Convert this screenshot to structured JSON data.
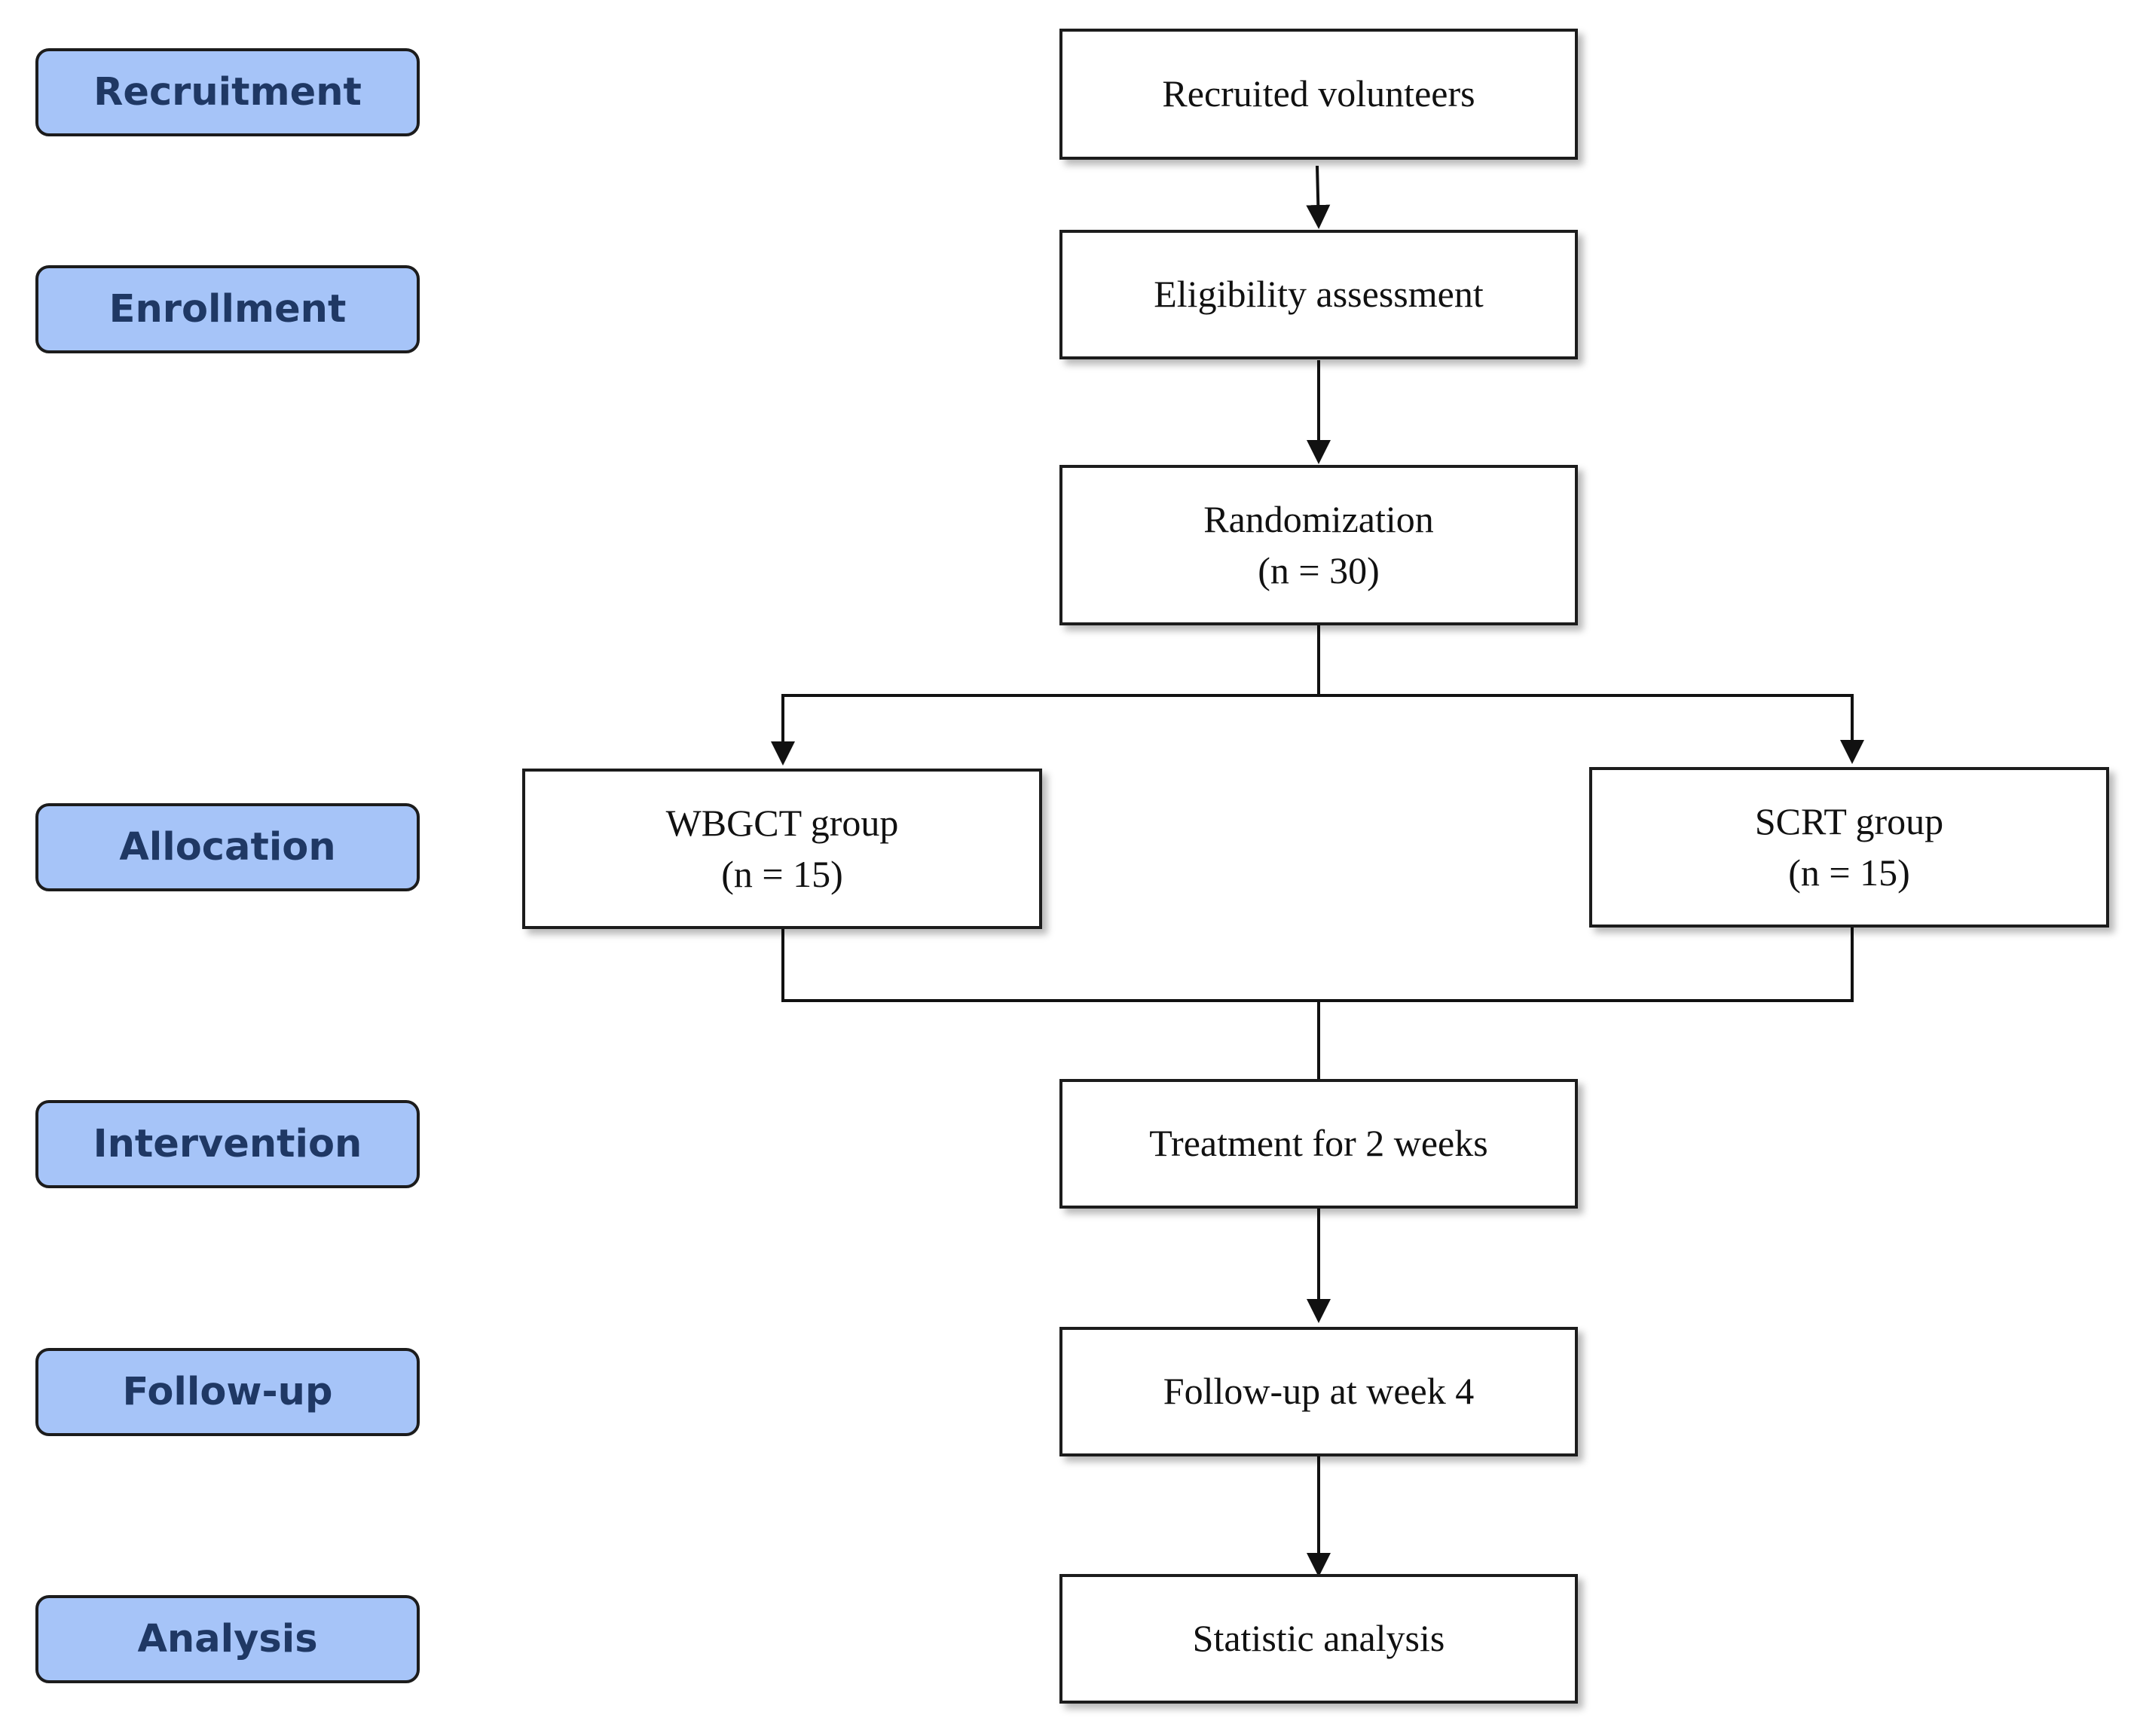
{
  "stages": {
    "recruitment": "Recruitment",
    "enrollment": "Enrollment",
    "allocation": "Allocation",
    "intervention": "Intervention",
    "follow_up": "Follow-up",
    "analysis": "Analysis"
  },
  "boxes": {
    "recruited": "Recruited volunteers",
    "eligibility": "Eligibility assessment",
    "randomization": {
      "title": "Randomization",
      "n": "(n = 30)"
    },
    "wbgct": {
      "title": "WBGCT group",
      "n": "(n = 15)"
    },
    "scrt": {
      "title": "SCRT group",
      "n": "(n = 15)"
    },
    "treatment": "Treatment for 2 weeks",
    "followup": "Follow-up at week 4",
    "analysis": "Statistic analysis"
  },
  "colors": {
    "stage_fill": "#a6c4f8",
    "stage_text": "#1f3864",
    "line": "#111111"
  }
}
